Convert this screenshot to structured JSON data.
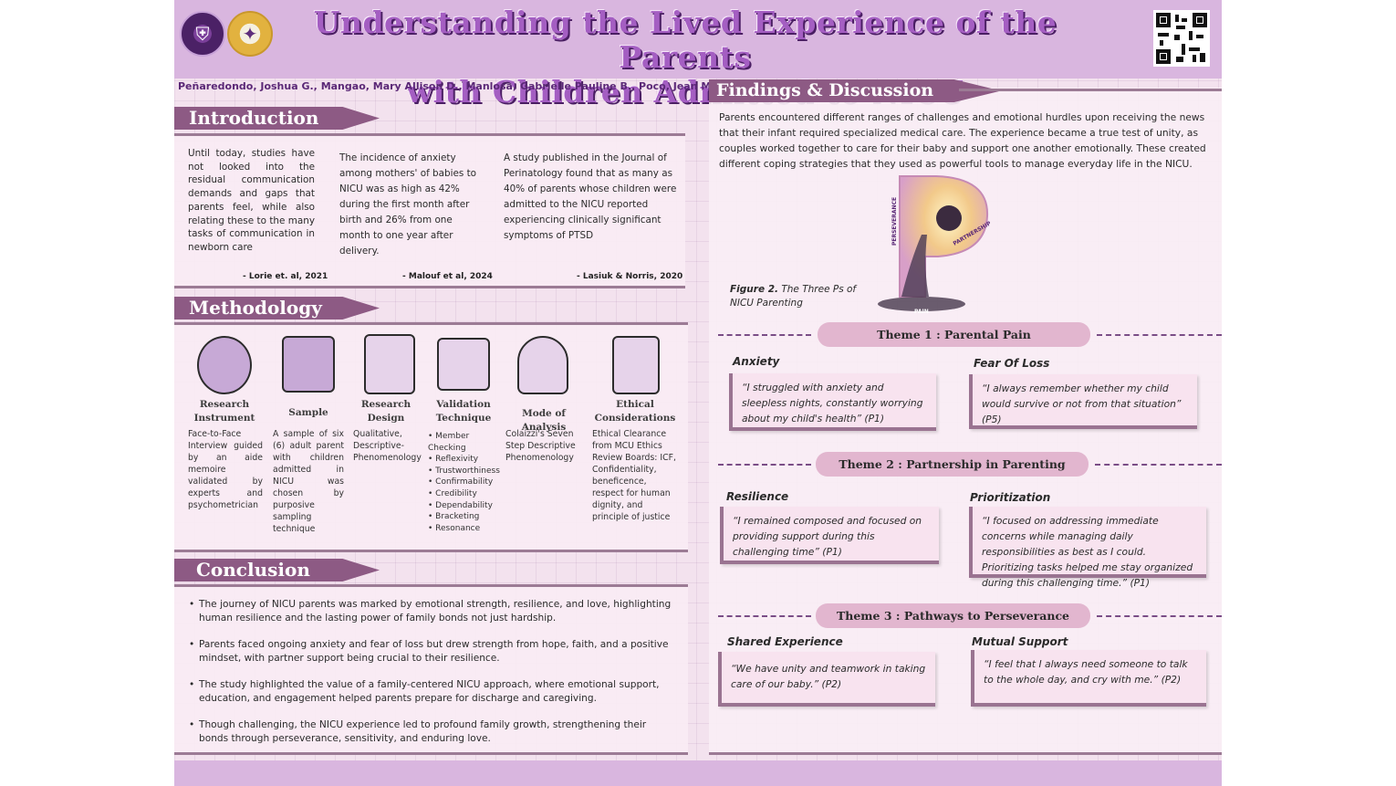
{
  "header": {
    "title_line1": "Understanding the Lived Experience of the Parents",
    "title_line2": "with Children Admitted to NICU",
    "authors": "Peñaredondo, Joshua G., Mangao, Mary Allison D., Manlosa, Gabrielle Pauline B., Poco, Jean Maxine B."
  },
  "introduction": {
    "heading": "Introduction",
    "col1": "Until today, studies have not looked into the residual communication demands and gaps that parents feel, while also relating these to the many tasks of communication in newborn care",
    "cite1": "- Lorie et. al, 2021",
    "col2": "The incidence of anxiety among mothers' of babies to NICU was as high as 42% during the first month after birth and 26% from one month to one year after delivery.",
    "cite2": "- Malouf et al, 2024",
    "col3": "A study published in the Journal of Perinatology found that as many as 40% of parents whose children were admitted to the NICU reported experiencing clinically significant symptoms of PTSD",
    "cite3": "- Lasiuk & Norris, 2020"
  },
  "methodology": {
    "heading": "Methodology",
    "items": [
      {
        "title": "Research Instrument",
        "text": "Face-to-Face Interview guided by an aide memoire validated by experts and psychometrician"
      },
      {
        "title": "Sample",
        "text": "A sample of six (6) adult parent with children admitted in NICU was chosen by purposive sampling technique"
      },
      {
        "title": "Research Design",
        "text": "Qualitative, Descriptive-Phenomenology"
      },
      {
        "title": "Validation Technique",
        "bullets": [
          "Member Checking",
          "Reflexivity",
          "Trustworthiness",
          "Confirmability",
          "Credibility",
          "Dependability",
          "Bracketing",
          "Resonance"
        ]
      },
      {
        "title": "Mode of Analysis",
        "text": "Colaizzi's Seven Step Descriptive Phenomenology"
      },
      {
        "title": "Ethical Considerations",
        "text": "Ethical Clearance from MCU Ethics Review Boards: ICF, Confidentiality, beneficence, respect for human dignity, and principle of justice"
      }
    ]
  },
  "conclusion": {
    "heading": "Conclusion",
    "points": [
      "The journey of NICU parents was marked by emotional strength, resilience, and love, highlighting human resilience and the lasting power of family bonds not just hardship.",
      "Parents faced ongoing anxiety and fear of loss but drew strength from hope, faith, and a positive mindset, with partner support being crucial to their resilience.",
      "The study highlighted the value of a family-centered NICU approach, where emotional support, education, and engagement helped parents prepare for discharge and caregiving.",
      "Though challenging, the NICU experience led to profound family growth, strengthening their bonds through perseverance, sensitivity, and enduring love."
    ]
  },
  "findings": {
    "heading": "Findings & Discussion",
    "intro": "Parents encountered different ranges of challenges and emotional hurdles upon receiving the news that their infant required specialized medical care. The experience became a true test of unity, as couples worked together to care for their baby and support one another emotionally. These created different coping strategies that they used as powerful tools to manage everyday life in the NICU.",
    "figure": {
      "label": "Figure 2.",
      "caption": "The Three Ps of NICU Parenting",
      "word_perseverance": "PERSEVERANCE",
      "word_partnership": "PARTNERSHIP",
      "word_pain": "PAIN"
    },
    "themes": [
      {
        "title": "Theme 1 : Parental Pain",
        "subs": [
          {
            "name": "Anxiety",
            "quote": "“I struggled with anxiety and sleepless nights, constantly worrying about my child's health” (P1)"
          },
          {
            "name": "Fear Of Loss",
            "quote": "“I always remember whether my child would survive or not from that situation” (P5)"
          }
        ]
      },
      {
        "title": "Theme 2 : Partnership in Parenting",
        "subs": [
          {
            "name": "Resilience",
            "quote": "“I remained composed and focused on providing support during this challenging time” (P1)"
          },
          {
            "name": "Prioritization",
            "quote": "“I focused on addressing immediate concerns while managing daily responsibilities as best as I could. Prioritizing tasks helped me stay organized during this challenging time.” (P1)"
          }
        ]
      },
      {
        "title": "Theme 3 : Pathways to Perseverance",
        "subs": [
          {
            "name": "Shared Experience",
            "quote": "“We have unity and teamwork in taking care of our baby.” (P2)"
          },
          {
            "name": "Mutual Support",
            "quote": "“I feel that I always need someone to talk to the whole day, and cry with me.” (P2)"
          }
        ]
      }
    ]
  },
  "colors": {
    "accent": "#8d5a84",
    "header": "#d9b6df",
    "title": "#a45ec2",
    "theme_bar": "#e2b6cf"
  }
}
